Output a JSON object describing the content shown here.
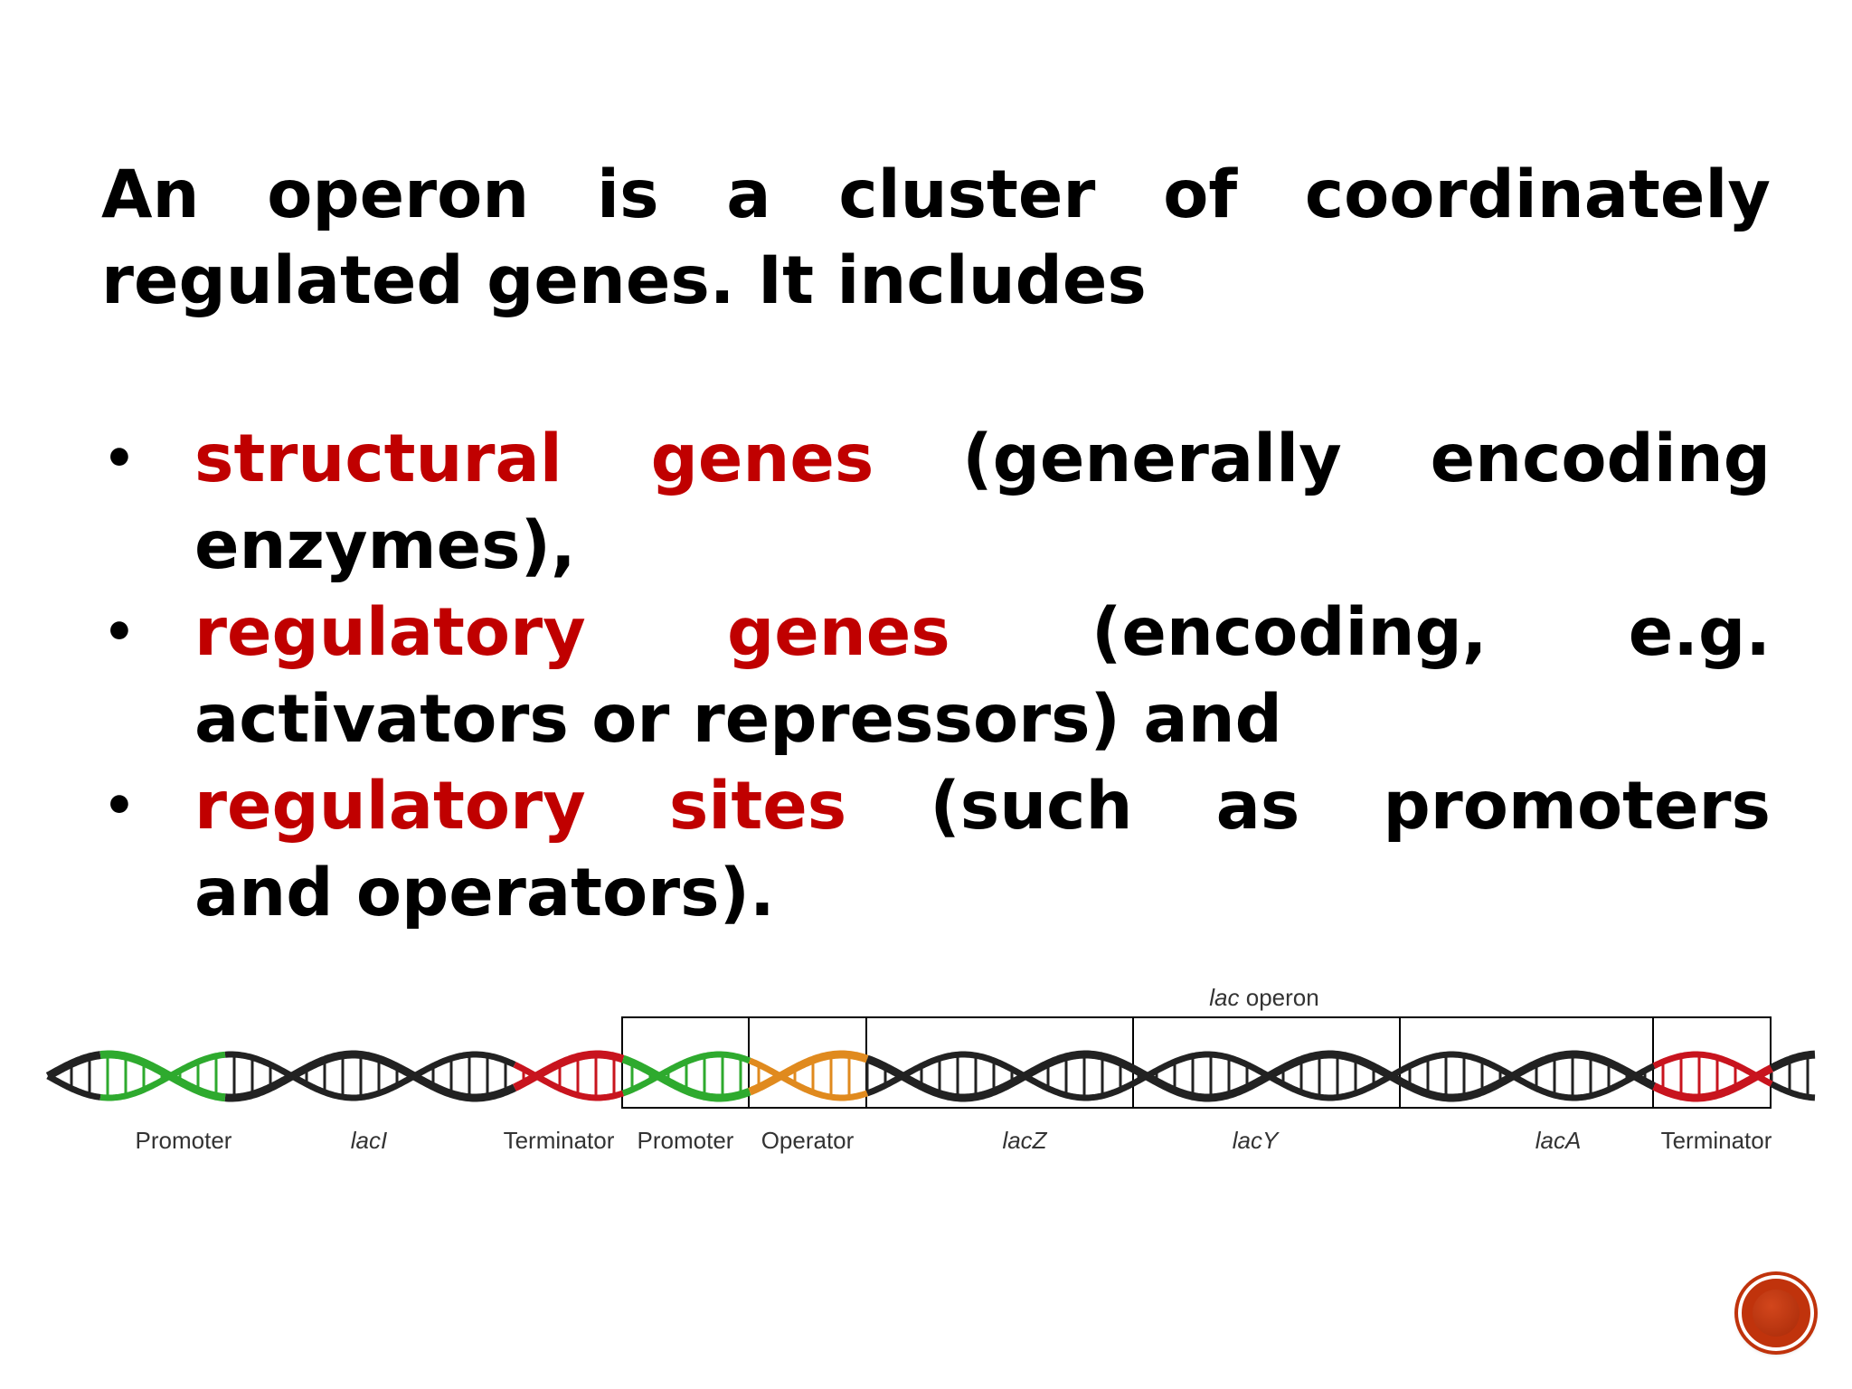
{
  "slide": {
    "intro_line1": "An operon is a cluster of coordinately",
    "intro_line2": "regulated genes. It includes",
    "bullets": [
      {
        "bullet_char": "•",
        "red_text": "structural genes",
        "line1_rest": " (generally encoding",
        "line2": "enzymes),"
      },
      {
        "bullet_char": "•",
        "red_text": "regulatory genes",
        "line1_rest": " (encoding, e.g.",
        "line2": "activators or repressors) and"
      },
      {
        "bullet_char": "•",
        "red_text": "regulatory sites",
        "line1_rest": " (such as promoters",
        "line2": "and operators)."
      }
    ]
  },
  "diagram": {
    "operon_title_italic": "lac",
    "operon_title_rest": " operon",
    "labels": [
      {
        "text": "Promoter",
        "italic": false
      },
      {
        "text": "lacI",
        "italic": true
      },
      {
        "text": "Terminator",
        "italic": false
      },
      {
        "text": "Promoter",
        "italic": false
      },
      {
        "text": "Operator",
        "italic": false
      },
      {
        "text": "lacZ",
        "italic": true
      },
      {
        "text": "lacY",
        "italic": true
      },
      {
        "text": "lacA",
        "italic": true
      },
      {
        "text": "Terminator",
        "italic": false
      }
    ],
    "colors": {
      "promoter": "#2eaa2e",
      "terminator": "#c8141e",
      "operator": "#e08a1e",
      "strand": "#222222",
      "heading_red": "#c00000"
    }
  }
}
